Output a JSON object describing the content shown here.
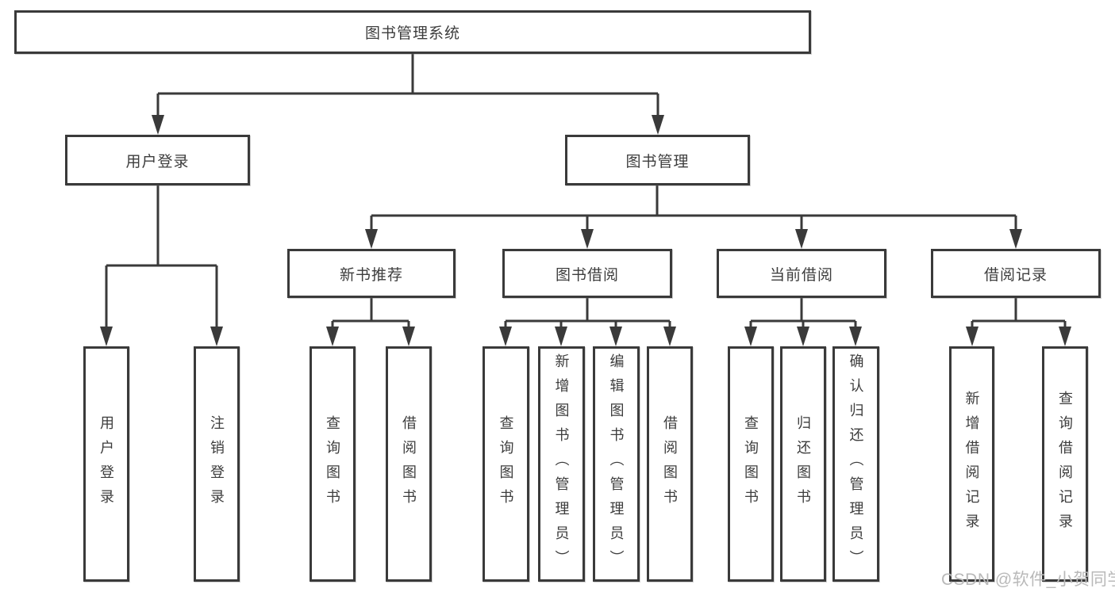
{
  "diagram_type": "hierarchy-tree",
  "tree": {
    "label": "图书管理系统",
    "children": [
      {
        "label": "用户登录",
        "children": [
          {
            "label": "用户登录"
          },
          {
            "label": "注销登录"
          }
        ]
      },
      {
        "label": "图书管理",
        "children": [
          {
            "label": "新书推荐",
            "children": [
              {
                "label": "查询图书"
              },
              {
                "label": "借阅图书"
              }
            ]
          },
          {
            "label": "图书借阅",
            "children": [
              {
                "label": "查询图书"
              },
              {
                "label": "新增图书（管理员）"
              },
              {
                "label": "编辑图书（管理员）"
              },
              {
                "label": "借阅图书"
              }
            ]
          },
          {
            "label": "当前借阅",
            "children": [
              {
                "label": "查询图书"
              },
              {
                "label": "归还图书"
              },
              {
                "label": "确认归还（管理员）"
              }
            ]
          },
          {
            "label": "借阅记录",
            "children": [
              {
                "label": "新增借阅记录"
              },
              {
                "label": "查询借阅记录"
              }
            ]
          }
        ]
      }
    ]
  },
  "watermark": {
    "text": "CSDN @软件_小贺同学",
    "color": "#b9b9b9"
  },
  "colors": {
    "background": "#ffffff",
    "line": "#3a3a3a",
    "box_border": "#3a3a3a",
    "text": "#3d3d3d"
  }
}
